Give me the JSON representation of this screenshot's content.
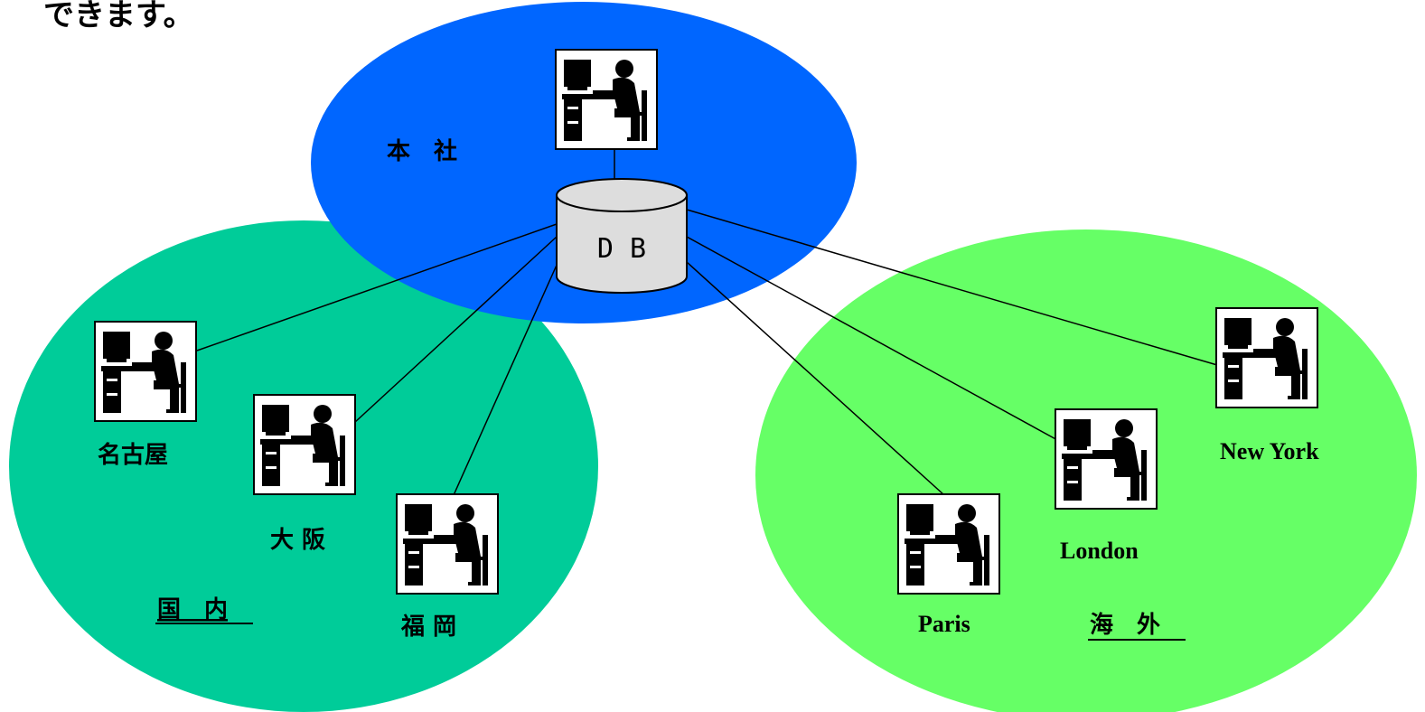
{
  "header_text": "できます。",
  "colors": {
    "headquarters": "#0066FF",
    "domestic": "#00CC99",
    "overseas": "#66FF66",
    "line": "#000000",
    "db_fill": "#DDDDDD"
  },
  "regions": {
    "headquarters": {
      "label": "本　社"
    },
    "domestic": {
      "label": "国　内"
    },
    "overseas": {
      "label": "海　外"
    }
  },
  "database": {
    "label": "D B"
  },
  "sites": {
    "hq": {
      "label": ""
    },
    "nagoya": {
      "label": "名古屋"
    },
    "osaka": {
      "label": "大 阪"
    },
    "fukuoka": {
      "label": "福 岡"
    },
    "paris": {
      "label": "Paris"
    },
    "london": {
      "label": "London"
    },
    "newyork": {
      "label": "New York"
    }
  }
}
